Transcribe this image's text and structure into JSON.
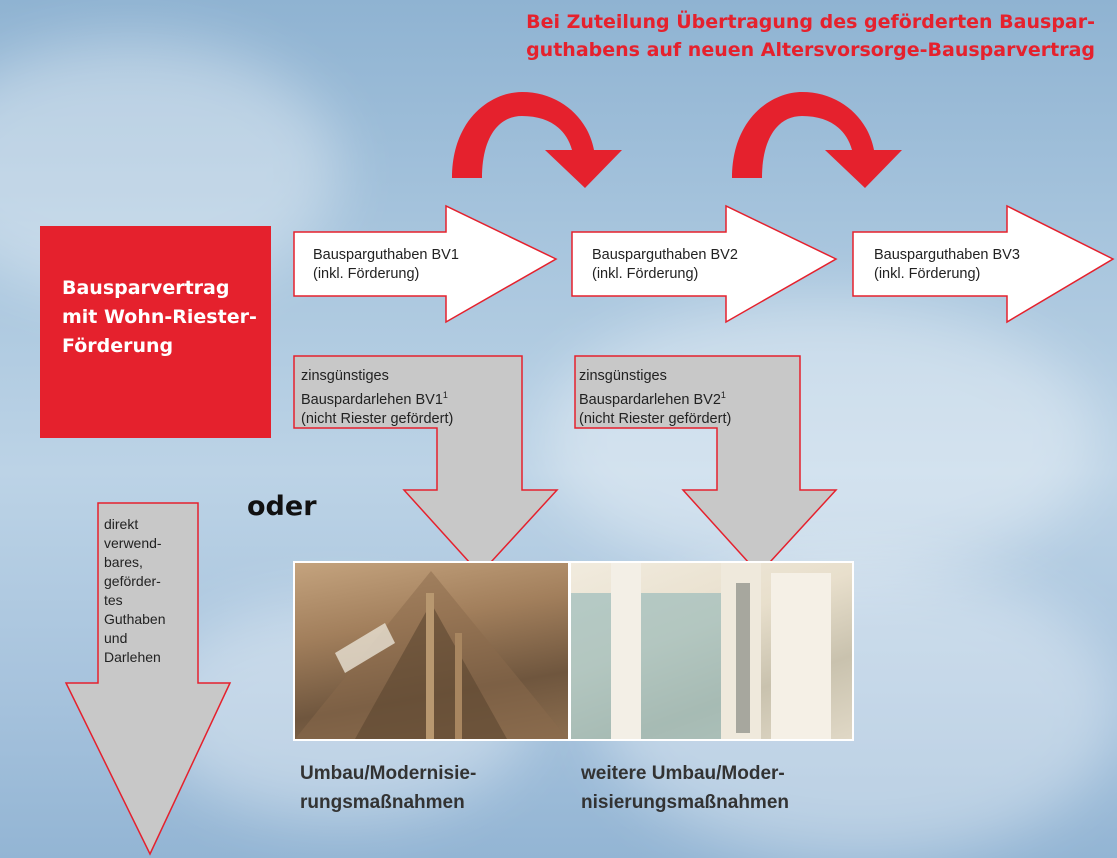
{
  "title": {
    "line1": "Bei Zuteilung Übertragung des geförderten Bauspar-",
    "line2": "guthabens auf neuen Altersvorsorge-Bausparvertrag"
  },
  "start_box": {
    "line1": "Bausparvertrag",
    "line2": "mit Wohn-Riester-",
    "line3": "Förderung"
  },
  "contracts": [
    {
      "line1": "Bausparguthaben BV1",
      "line2": "(inkl. Förderung)"
    },
    {
      "line1": "Bausparguthaben BV2",
      "line2": "(inkl. Förderung)"
    },
    {
      "line1": "Bausparguthaben BV3",
      "line2": "(inkl. Förderung)"
    }
  ],
  "loans": [
    {
      "line1": "zinsgünstiges",
      "line2": "Bauspardarlehen BV1",
      "sup": "1",
      "line3": "(nicht Riester gefördert)"
    },
    {
      "line1": "zinsgünstiges",
      "line2": "Bauspardarlehen BV2",
      "sup": "1",
      "line3": "(nicht Riester gefördert)"
    }
  ],
  "direct": {
    "lines": [
      "direkt",
      "verwend-",
      "bares,",
      "geförder-",
      "tes",
      "Guthaben",
      "und",
      "Darlehen"
    ]
  },
  "oder": "oder",
  "captions": [
    {
      "line1": "Umbau/Modernisie-",
      "line2": "rungsmaßnahmen"
    },
    {
      "line1": "weitere Umbau/Moder-",
      "line2": "nisierungsmaßnahmen"
    }
  ],
  "colors": {
    "accent_red": "#e5212d",
    "arrow_gray": "#c8c8c8",
    "arrow_white": "#ffffff"
  }
}
